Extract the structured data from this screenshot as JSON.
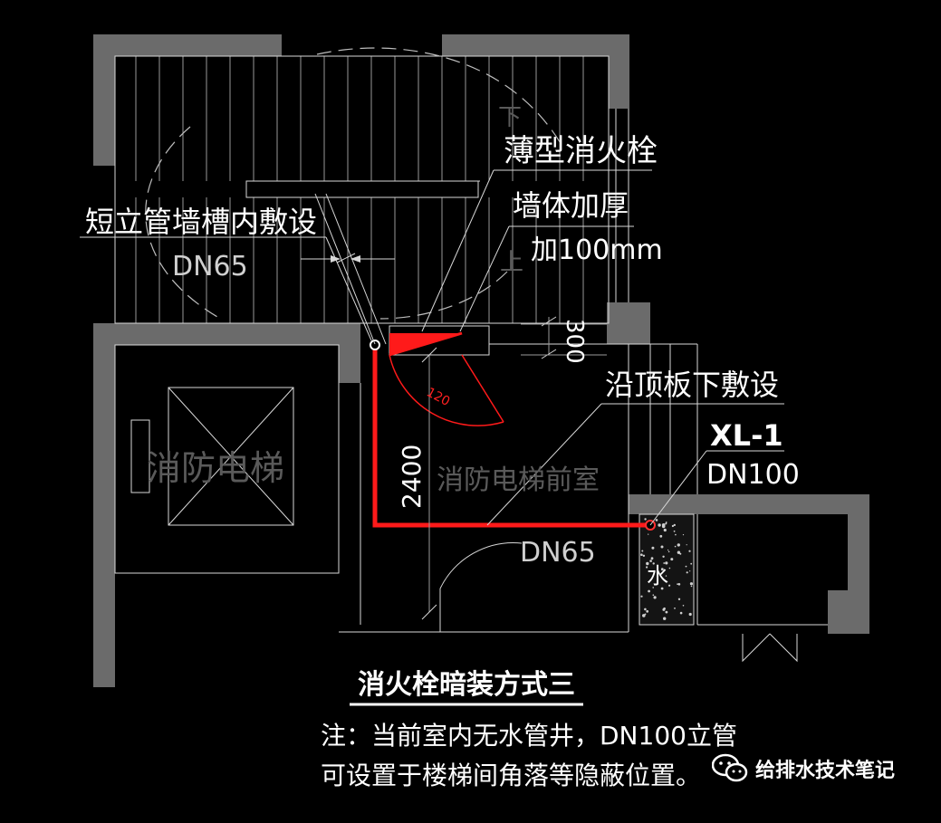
{
  "labels": {
    "hydrant": "薄型消火栓",
    "wall_thicken": "墙体加厚",
    "add_100": "加100mm",
    "short_riser": "短立管墙槽内敷设",
    "dn65_top": "DN65",
    "dim_300": "300",
    "under_slab": "沿顶板下敷设",
    "riser_id": "XL-1",
    "dn100": "DN100",
    "dim_2400": "2400",
    "fire_elevator": "消防电梯",
    "elevator_lobby": "消防电梯前室",
    "dn65_bottom": "DN65",
    "water": "水",
    "down": "下",
    "up": "上",
    "door_swing": "120"
  },
  "caption": {
    "title": "消火栓暗装方式三",
    "note_line1": "注：当前室内无水管井，DN100立管",
    "note_line2": "可设置于楼梯间角落等隐蔽位置。"
  },
  "watermark": {
    "icon": "wechat-icon",
    "text": "给排水技术笔记"
  },
  "colors": {
    "pipe": "#ff1a1a",
    "wall": "#6b6b6b",
    "background": "#000000"
  }
}
